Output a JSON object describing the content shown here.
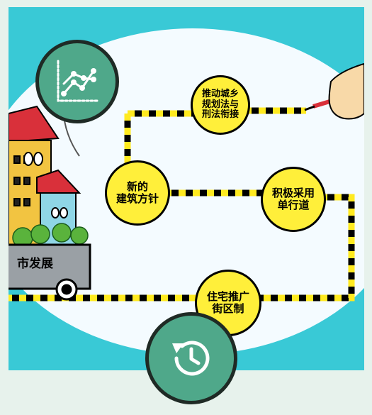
{
  "bubbles": {
    "b1": "推动城乡\n规划法与\n刑法衔接",
    "b2": "新的\n建筑方针",
    "b3": "积极采用\n单行道",
    "b4": "住宅推广\n街区制"
  },
  "bus_label": "市发展",
  "icons": {
    "chart": "line-chart-icon",
    "history": "history-icon"
  },
  "colors": {
    "sky": "#39c9d6",
    "bubble": "#ffef3a",
    "button": "#4fa88a",
    "background": "#e7f2ec"
  }
}
